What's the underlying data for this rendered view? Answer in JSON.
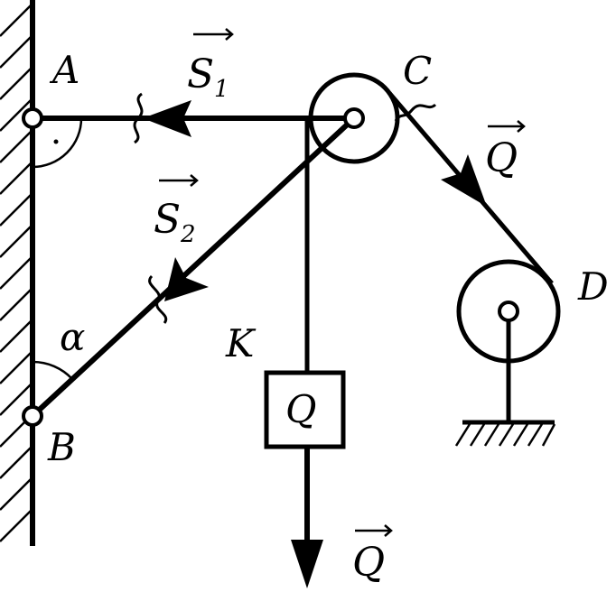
{
  "diagram": {
    "points": {
      "A": "A",
      "B": "B",
      "C": "C",
      "D": "D",
      "K": "K"
    },
    "forces": {
      "s1": {
        "letter": "S",
        "index": "1"
      },
      "s2": {
        "letter": "S",
        "index": "2"
      },
      "q_rope": {
        "letter": "Q"
      },
      "q_weight": {
        "letter": "Q"
      }
    },
    "angle": "α",
    "load_label": "Q",
    "colors": {
      "ink": "#000000",
      "background": "#ffffff"
    }
  }
}
